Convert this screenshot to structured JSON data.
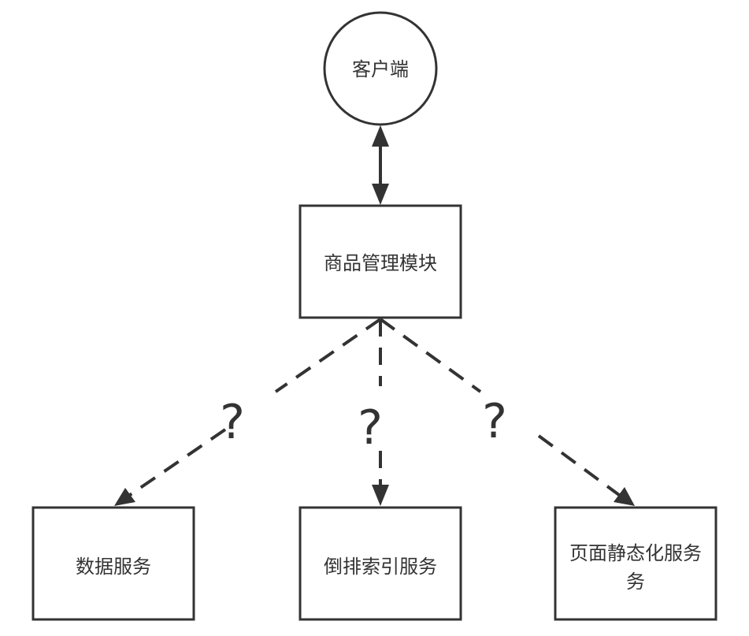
{
  "nodes": {
    "client": {
      "label": "客户端"
    },
    "product_module": {
      "label": "商品管理模块"
    },
    "data_service": {
      "label": "数据服务"
    },
    "index_service": {
      "label": "倒排索引服务"
    },
    "static_service": {
      "label_line1": "页面静态化服务",
      "label_line2": "务"
    }
  },
  "edges": {
    "q_left": "?",
    "q_center": "?",
    "q_right": "?"
  }
}
